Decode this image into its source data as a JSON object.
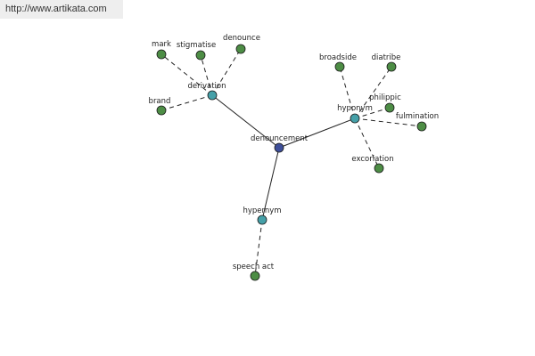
{
  "header": {
    "url": "http://www.artikata.com"
  },
  "colors": {
    "root": "#3e4f9a",
    "relation": "#45a0a8",
    "leaf": "#4d8d45",
    "edge": "#222222",
    "background": "#ffffff"
  },
  "graph": {
    "root": {
      "id": "denouncement",
      "label": "denouncement"
    },
    "relations": [
      {
        "id": "derivation",
        "label": "derivation",
        "leaves": [
          "mark",
          "stigmatise",
          "denounce",
          "brand"
        ]
      },
      {
        "id": "hyponym",
        "label": "hyponym",
        "leaves": [
          "broadside",
          "diatribe",
          "philippic",
          "fulmination",
          "excoriation"
        ]
      },
      {
        "id": "hypernym",
        "label": "hypernym",
        "leaves": [
          "speech act"
        ]
      }
    ]
  }
}
